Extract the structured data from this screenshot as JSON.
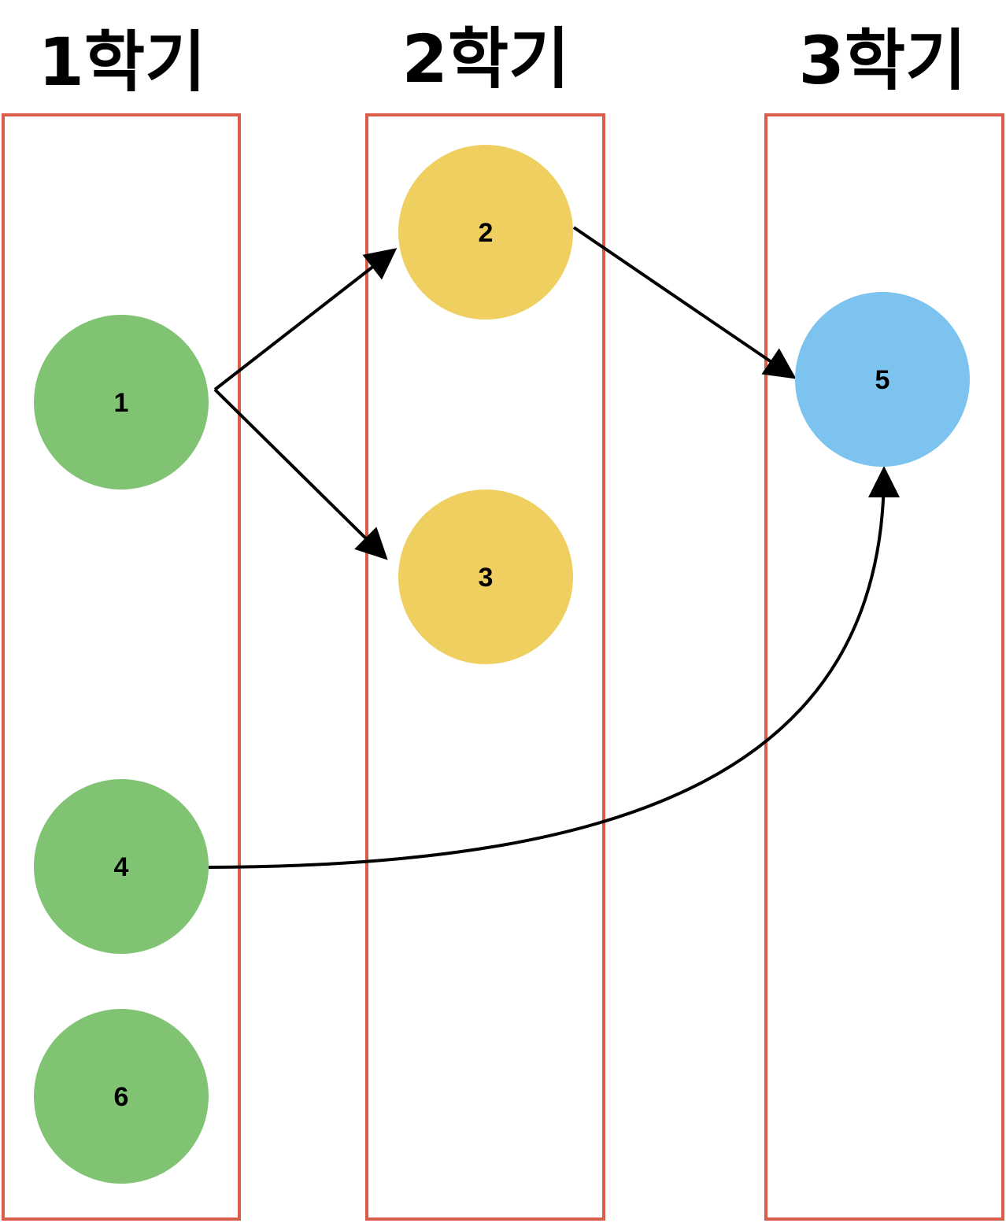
{
  "columns": [
    {
      "title": "1학기"
    },
    {
      "title": "2학기"
    },
    {
      "title": "3학기"
    }
  ],
  "nodes": [
    {
      "id": "1",
      "label": "1",
      "column": 0
    },
    {
      "id": "2",
      "label": "2",
      "column": 1
    },
    {
      "id": "3",
      "label": "3",
      "column": 1
    },
    {
      "id": "4",
      "label": "4",
      "column": 0
    },
    {
      "id": "5",
      "label": "5",
      "column": 2
    },
    {
      "id": "6",
      "label": "6",
      "column": 0
    }
  ],
  "edges": [
    {
      "from": "1",
      "to": "2"
    },
    {
      "from": "1",
      "to": "3"
    },
    {
      "from": "2",
      "to": "5"
    },
    {
      "from": "4",
      "to": "5"
    }
  ],
  "colors": {
    "column_border": "#d95d4a",
    "column_1_node": "#80c372",
    "column_2_node": "#eecf60",
    "column_3_node": "#7cc3f0",
    "edge": "#000000"
  }
}
